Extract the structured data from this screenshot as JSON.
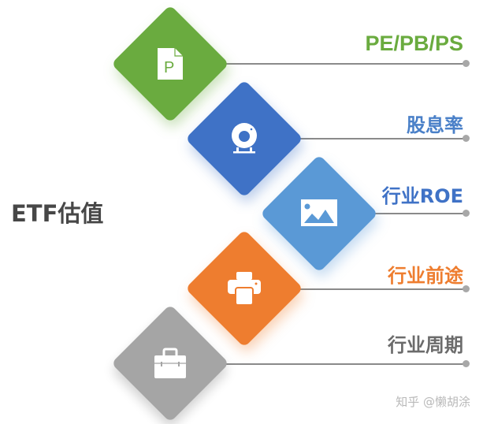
{
  "title": "ETF估值",
  "items": [
    {
      "label": "PE/PB/PS",
      "color": "#6aab3f",
      "label_color": "#6aab3f",
      "icon": "document-p-icon"
    },
    {
      "label": "股息率",
      "color": "#3f72c6",
      "label_color": "#4a80c8",
      "icon": "webcam-icon"
    },
    {
      "label": "行业ROE",
      "color": "#5a99d6",
      "label_color": "#3f72c6",
      "icon": "image-icon"
    },
    {
      "label": "行业前途",
      "color": "#ee7d2f",
      "label_color": "#ee7d2f",
      "icon": "printer-icon"
    },
    {
      "label": "行业周期",
      "color": "#a5a5a5",
      "label_color": "#6b6b6b",
      "icon": "briefcase-icon"
    }
  ],
  "connector_color": "#8a8a8a",
  "dot_color": "#a8a8a8",
  "watermark": "知乎 @懒胡涂"
}
